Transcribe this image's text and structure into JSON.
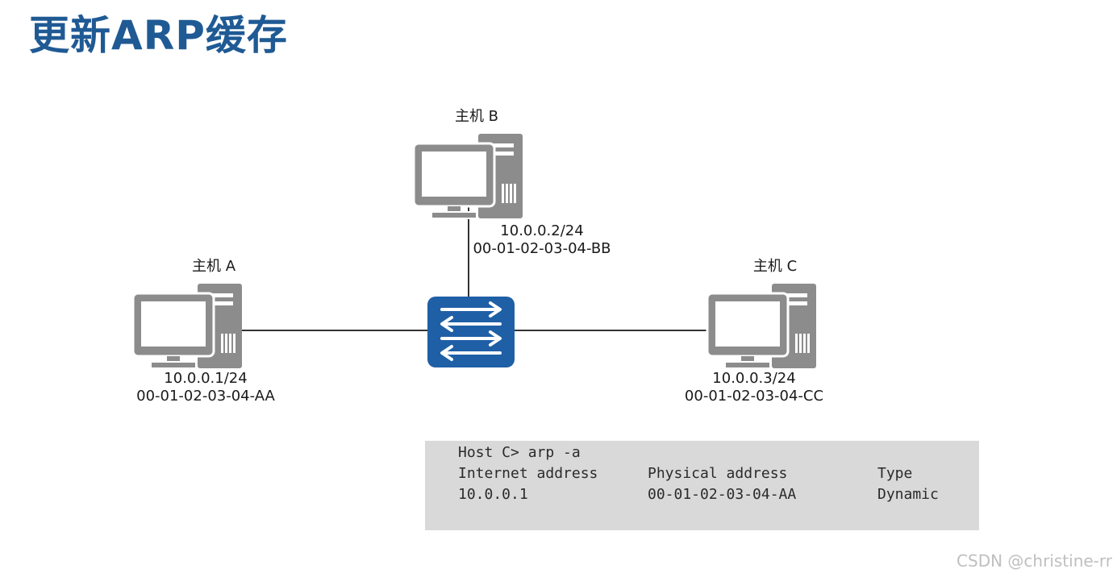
{
  "title": "更新ARP缓存",
  "hosts": {
    "a": {
      "name": "主机 A",
      "ip": "10.0.0.1/24",
      "mac": "00-01-02-03-04-AA"
    },
    "b": {
      "name": "主机 B",
      "ip": "10.0.0.2/24",
      "mac": "00-01-02-03-04-BB"
    },
    "c": {
      "name": "主机 C",
      "ip": "10.0.0.3/24",
      "mac": "00-01-02-03-04-CC"
    }
  },
  "switch": {
    "icon": "switch-icon",
    "color": "#1f5fa6"
  },
  "terminal": {
    "command": "Host C> arp -a",
    "headers": {
      "internet": "Internet address",
      "physical": "Physical address",
      "type": "Type"
    },
    "row": {
      "internet": "10.0.0.1",
      "physical": "00-01-02-03-04-AA",
      "type": "Dynamic"
    }
  },
  "watermark": "CSDN @christine-rr",
  "colors": {
    "title": "#1f5a94",
    "computer": "#8c8c8c",
    "switch": "#1f5fa6",
    "terminal_bg": "#d9d9d9"
  }
}
